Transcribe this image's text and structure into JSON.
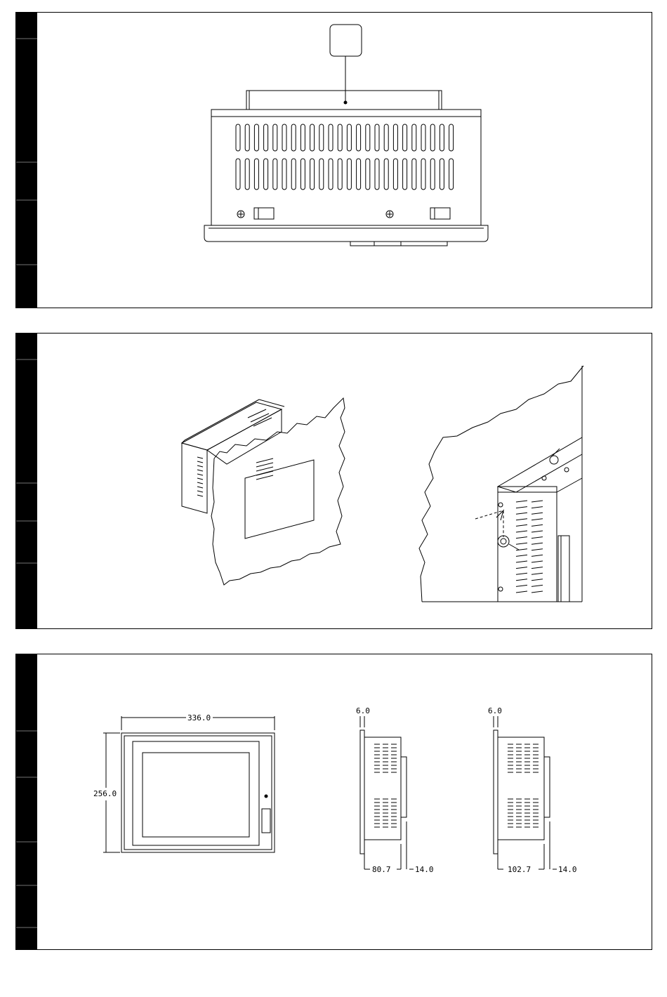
{
  "panels": [
    {
      "id": "top-view"
    },
    {
      "id": "installation-view"
    },
    {
      "id": "dimension-view"
    }
  ],
  "dimensions": {
    "front_width": "336.0",
    "front_height": "256.0",
    "side_a_panel_thickness": "6.0",
    "side_a_depth": "80.7",
    "side_a_bracket": "14.0",
    "side_b_panel_thickness": "6.0",
    "side_b_depth": "102.7",
    "side_b_bracket": "14.0"
  },
  "colors": {
    "line": "#000000",
    "strip": "#000000",
    "background": "#ffffff"
  }
}
